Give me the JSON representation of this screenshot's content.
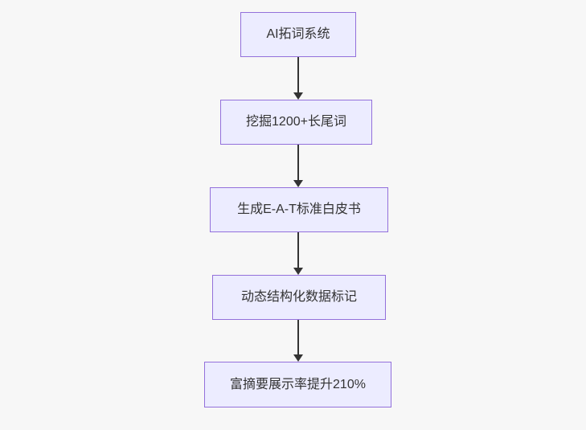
{
  "diagram": {
    "type": "flowchart",
    "direction": "top-down",
    "colors": {
      "background": "#f7f7f7",
      "node_fill": "#ECECFF",
      "node_border": "#9370DB",
      "node_text": "#333333",
      "arrow": "#333333"
    },
    "nodes": [
      {
        "id": "n1",
        "label": "AI拓词系统"
      },
      {
        "id": "n2",
        "label": "挖掘1200+长尾词"
      },
      {
        "id": "n3",
        "label": "生成E-A-T标准白皮书"
      },
      {
        "id": "n4",
        "label": "动态结构化数据标记"
      },
      {
        "id": "n5",
        "label": "富摘要展示率提升210%"
      }
    ],
    "edges": [
      {
        "from": "AI拓词系统",
        "to": "挖掘1200+长尾词"
      },
      {
        "from": "挖掘1200+长尾词",
        "to": "生成E-A-T标准白皮书"
      },
      {
        "from": "生成E-A-T标准白皮书",
        "to": "动态结构化数据标记"
      },
      {
        "from": "动态结构化数据标记",
        "to": "富摘要展示率提升210%"
      }
    ]
  }
}
